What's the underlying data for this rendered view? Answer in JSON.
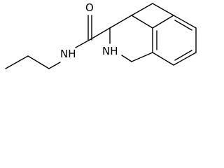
{
  "molecule": {
    "atoms": {
      "carbonyl_oxygen": "O",
      "amide_nitrogen": "NH",
      "ring_nitrogen": "NH"
    },
    "colors": {
      "bond": "#000000",
      "label": "#000000",
      "background": "#ffffff"
    }
  }
}
